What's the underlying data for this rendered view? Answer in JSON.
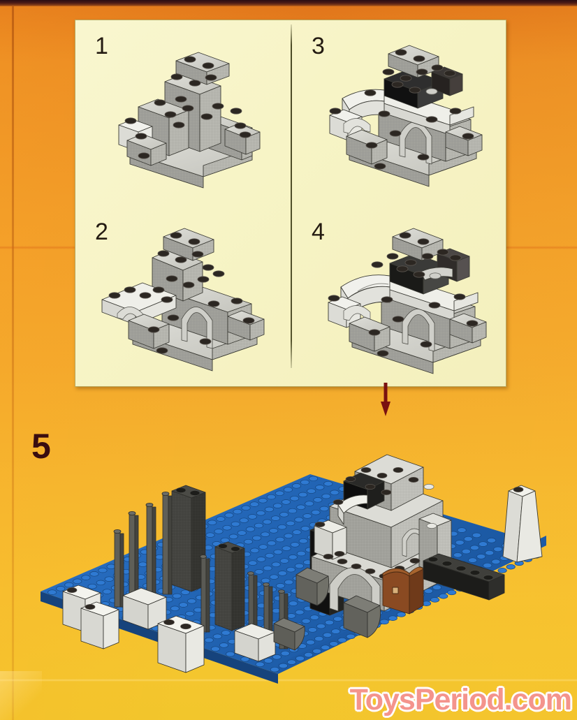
{
  "page": {
    "kind": "lego-instruction-manual-page",
    "background_top_color": "#e0731a",
    "background_bottom_color": "#f2c62c",
    "panel_background_color": "#f7f4c6",
    "panel_border_color": "#b9a95f"
  },
  "panel": {
    "divider_color": "#4c4b27",
    "steps": [
      {
        "number": "1",
        "position": "top-left",
        "description": "Stepped grey wall of stacked bricks forming a staircase silhouette",
        "piece_colors": [
          "#b9b9b1",
          "#d8d8d2",
          "#8f8f88",
          "#efefe9"
        ]
      },
      {
        "number": "2",
        "position": "bottom-left",
        "description": "Arch piece and long white plate added across the grey stepped wall",
        "piece_colors": [
          "#b9b9b1",
          "#e6e6e0",
          "#8f8f88"
        ]
      },
      {
        "number": "3",
        "position": "top-right",
        "description": "Black bricks and a white slope wing added on top of the wall",
        "piece_colors": [
          "#1c1c1c",
          "#b9b9b1",
          "#e6e6e0"
        ]
      },
      {
        "number": "4",
        "position": "bottom-right",
        "description": "Further slopes and plates complete the gatehouse sub-assembly",
        "piece_colors": [
          "#1c1c1c",
          "#b9b9b1",
          "#e6e6e0",
          "#7d7d76"
        ]
      }
    ]
  },
  "arrow": {
    "direction": "down",
    "color": "#7a1210",
    "meaning": "place the completed sub-assembly onto the baseplate below"
  },
  "step5": {
    "number": "5",
    "number_color": "#3a0d10",
    "description": "Gatehouse placed on a blue baseplate alongside grey spires, white brick stacks, dark-grey wall and a brown treasure chest",
    "baseplate_color": "#1f5fb0",
    "baseplate_stud_color": "#2a72c8",
    "baseplate_size": "32 x 16 studs",
    "elements": [
      {
        "name": "blue-baseplate",
        "color": "#1f5fb0"
      },
      {
        "name": "gatehouse-wall",
        "color": "#cfcfc9"
      },
      {
        "name": "archway",
        "color": "#cfcfc9"
      },
      {
        "name": "black-roof-brick",
        "color": "#141414"
      },
      {
        "name": "dark-grey-wall",
        "color": "#2b2b2b"
      },
      {
        "name": "grey-spires",
        "color": "#55554f"
      },
      {
        "name": "white-brick-stacks",
        "color": "#ecece6"
      },
      {
        "name": "treasure-chest",
        "color": "#8a4a22"
      },
      {
        "name": "grey-slope-ramps",
        "color": "#6d6d66"
      },
      {
        "name": "white-slope-tower",
        "color": "#e4e4de"
      }
    ]
  },
  "watermark": {
    "text": "ToysPeriod.com",
    "color": "#f4948c",
    "outline_color": "#ffffff"
  }
}
